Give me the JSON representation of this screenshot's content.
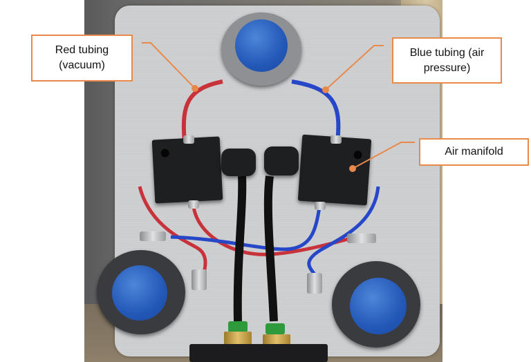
{
  "figure": {
    "subject": "pneumatic vacuum puck assembly on aluminium plate",
    "annotation_color": "#e8894a",
    "tube_colors": {
      "vacuum": "#c8333b",
      "air_pressure": "#2547c8",
      "supply": "#111111"
    }
  },
  "callouts": [
    {
      "id": "red-tubing",
      "label": "Red tubing (vacuum)",
      "line1": "Red tubing",
      "line2": "(vacuum)"
    },
    {
      "id": "blue-tubing",
      "label": "Blue tubing (air pressure)",
      "line1": "Blue tubing (air",
      "line2": "pressure)"
    },
    {
      "id": "air-manifold",
      "label": "Air manifold",
      "line1": "Air manifold"
    }
  ]
}
